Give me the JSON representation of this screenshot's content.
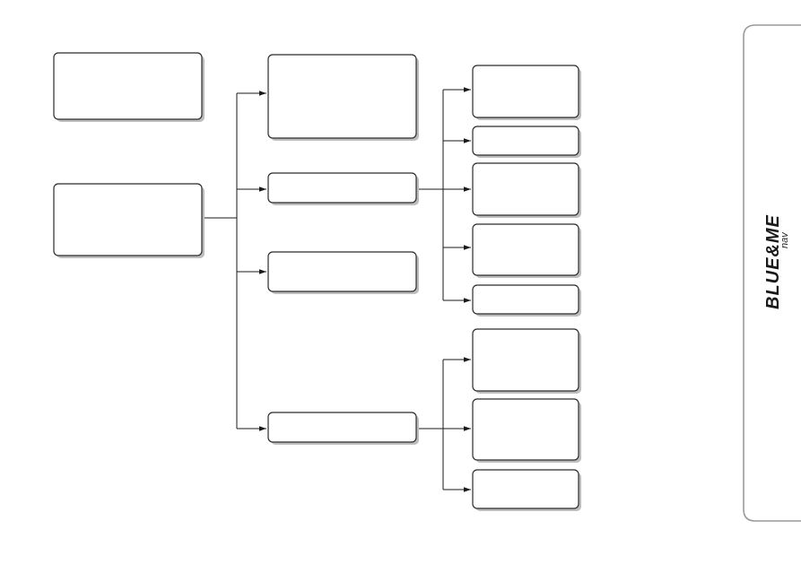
{
  "brand": {
    "logo_main": "BLUE&ME",
    "logo_sub": "nav"
  },
  "colors": {
    "box_stroke": "#2b2b2b",
    "connector": "#1a1a1a",
    "tab_border": "#9a9a9a"
  },
  "diagram": {
    "boxes": [
      "root-top",
      "root-main",
      "level1-a",
      "level1-b",
      "level1-c",
      "level1-d",
      "level2-b1",
      "level2-b2",
      "level2-b3",
      "level2-b4",
      "level2-b5",
      "level2-d1",
      "level2-d2",
      "level2-d3"
    ],
    "edges": [
      [
        "root-main",
        "level1-a"
      ],
      [
        "root-main",
        "level1-b"
      ],
      [
        "root-main",
        "level1-c"
      ],
      [
        "root-main",
        "level1-d"
      ],
      [
        "level1-b",
        "level2-b1"
      ],
      [
        "level1-b",
        "level2-b2"
      ],
      [
        "level1-b",
        "level2-b3"
      ],
      [
        "level1-b",
        "level2-b4"
      ],
      [
        "level1-b",
        "level2-b5"
      ],
      [
        "level1-d",
        "level2-d1"
      ],
      [
        "level1-d",
        "level2-d2"
      ],
      [
        "level1-d",
        "level2-d3"
      ]
    ]
  }
}
